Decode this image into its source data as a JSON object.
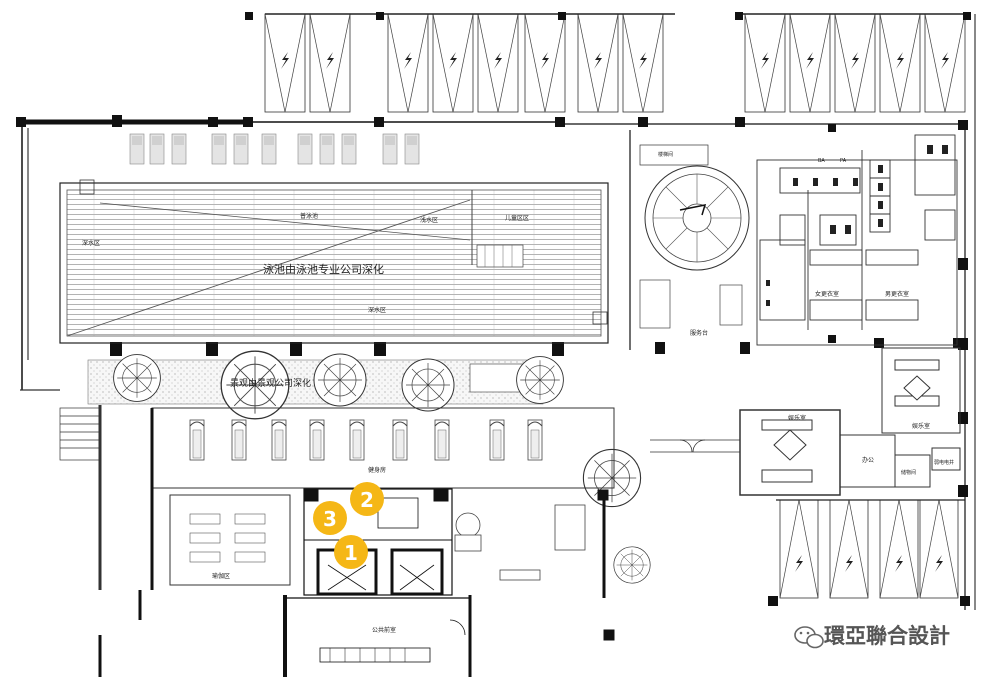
{
  "labels": {
    "pool_caption": "泳池由泳池专业公司深化",
    "landscape_caption": "景观由景观公司深化",
    "deep_water_left": "深水区",
    "deep_water_bottom": "深水区",
    "shallow_water_top": "浅水区",
    "kids_area": "儿童区区",
    "lane_note": "普泳池",
    "gym": "健身房",
    "yoga": "瑜伽区",
    "service_desk": "服务台",
    "female_locker": "女更衣室",
    "male_locker": "男更衣室",
    "entertainment_1": "娱乐室",
    "entertainment_2": "娱乐室",
    "office": "办公",
    "storage": "储物间",
    "electric_room": "弱电电井",
    "lobby": "公共前室",
    "top_room": "楼梯间",
    "small_ba": "BA",
    "small_pa": "PA"
  },
  "badges": [
    {
      "number": "1",
      "color": "#F5B716"
    },
    {
      "number": "2",
      "color": "#F5B716"
    },
    {
      "number": "3",
      "color": "#F5B716"
    }
  ],
  "watermark": {
    "text": "環亞聯合設計",
    "icon": "wechat-icon"
  },
  "colors": {
    "badge": "#F5B716",
    "wall": "#111111",
    "line": "#444444"
  }
}
